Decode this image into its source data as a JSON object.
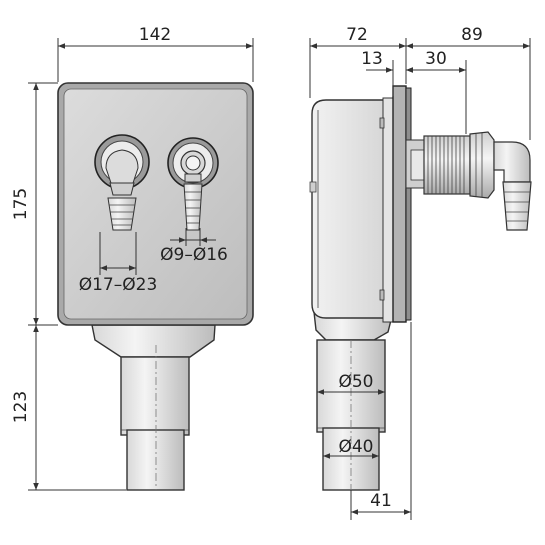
{
  "dimensions": {
    "front_width": "142",
    "front_height_box": "175",
    "front_height_drain": "123",
    "side_depth": "72",
    "side_flange": "13",
    "side_outlet_offset": "30",
    "side_elbow": "89",
    "bottom_offset": "41",
    "outlet_small": "Ø9–Ø16",
    "outlet_large": "Ø17–Ø23",
    "pipe_upper": "Ø50",
    "pipe_lower": "Ø40"
  }
}
